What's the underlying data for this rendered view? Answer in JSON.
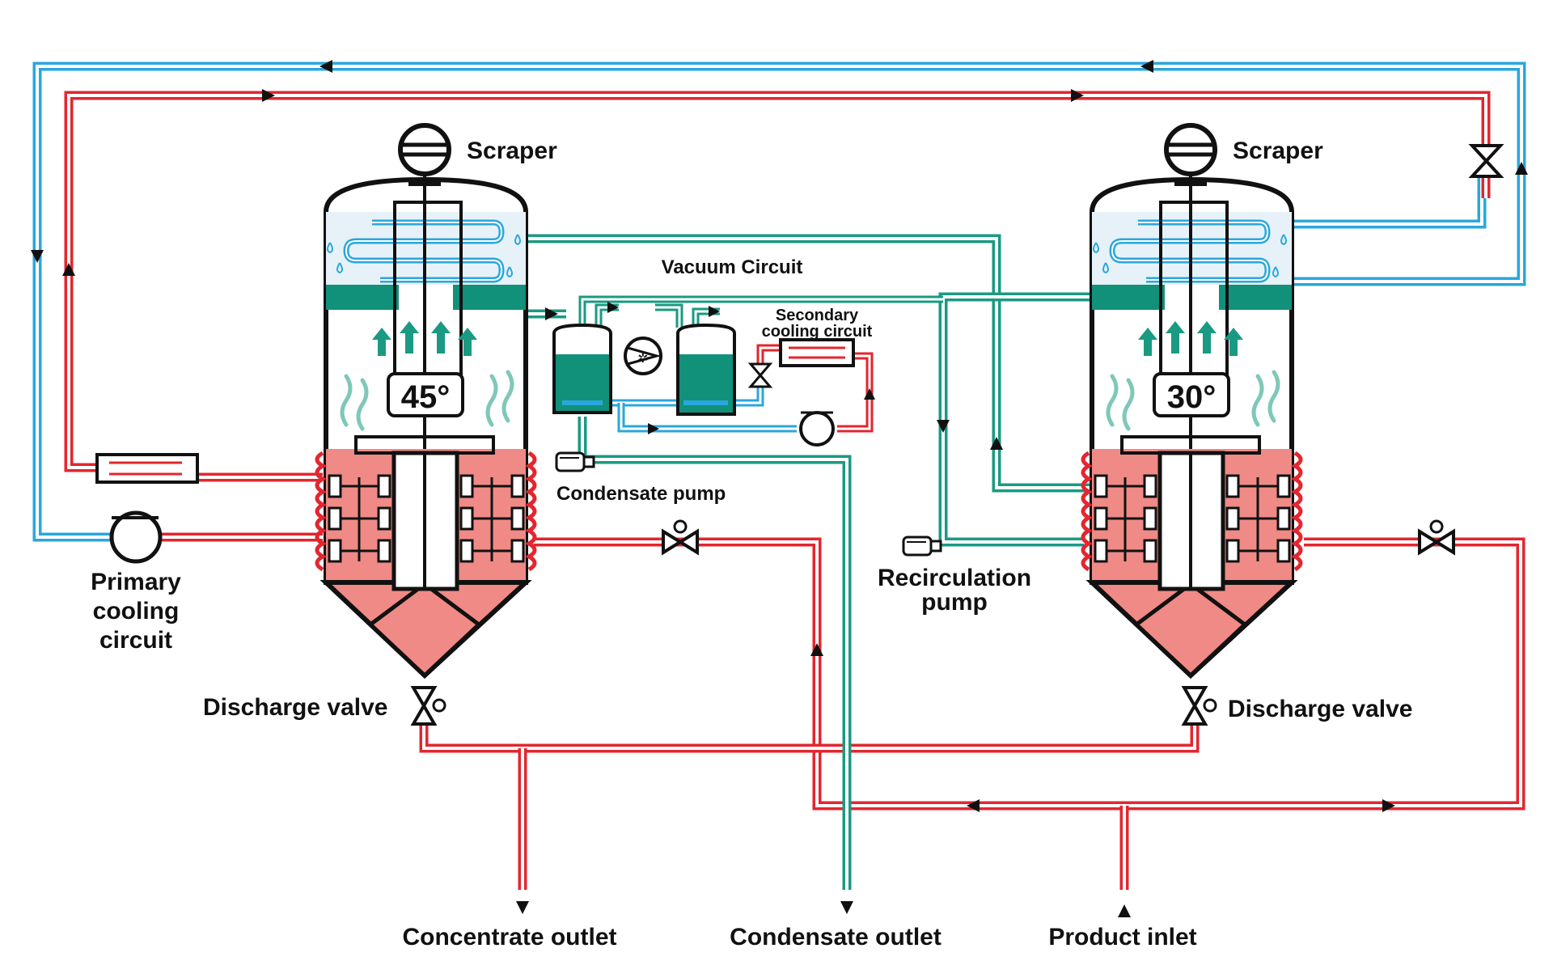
{
  "labels": {
    "scraper_left": "Scraper",
    "scraper_right": "Scraper",
    "vacuum_circuit": "Vacuum Circuit",
    "secondary_cooling_line1": "Secondary",
    "secondary_cooling_line2": "cooling circuit",
    "condensate_pump": "Condensate pump",
    "recirculation_pump_line1": "Recirculation",
    "recirculation_pump_line2": "pump",
    "primary_cooling_line1": "Primary",
    "primary_cooling_line2": "cooling",
    "primary_cooling_line3": "circuit",
    "discharge_valve_left": "Discharge valve",
    "discharge_valve_right": "Discharge valve",
    "concentrate_outlet": "Concentrate outlet",
    "condensate_outlet": "Condensate outlet",
    "product_inlet": "Product inlet"
  },
  "temperatures": {
    "left": "45°",
    "right": "30°"
  },
  "colors": {
    "hot_line": "#e3262f",
    "cold_line": "#2aa7dc",
    "vacuum_line": "#1a9a82",
    "product": "#f08a86",
    "condenser_fill": "#11907a",
    "outline": "#111111"
  },
  "icons": {
    "scraper": "scraper-motor-icon",
    "pump": "pump-icon",
    "valve": "valve-icon",
    "flow_arrow": "flow-arrow-icon",
    "steam": "steam-icon",
    "droplet": "droplet-icon"
  }
}
